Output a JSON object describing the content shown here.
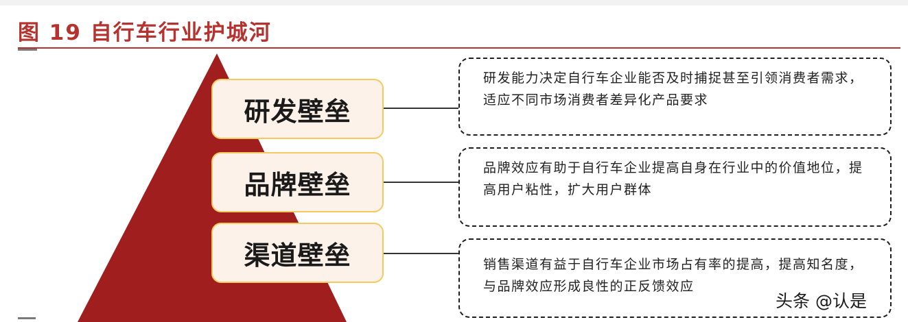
{
  "figure": {
    "title": "图 19 自行车行业护城河"
  },
  "colors": {
    "accent": "#b5322e",
    "pyramid": "#a01e1e",
    "tier_fill": "#fdf2e9",
    "tier_border": "#f4c95d"
  },
  "tiers": [
    {
      "label": "研发壁垒",
      "description": "研发能力决定自行车企业能否及时捕捉甚至引领消费者需求，适应不同市场消费者差异化产品要求"
    },
    {
      "label": "品牌壁垒",
      "description": "品牌效应有助于自行车企业提高自身在行业中的价值地位，提高用户粘性，扩大用户群体"
    },
    {
      "label": "渠道壁垒",
      "description": "销售渠道有益于自行车企业市场占有率的提高，提高知名度，与品牌效应形成良性的正反馈效应"
    }
  ],
  "watermark": "头条 @认是"
}
